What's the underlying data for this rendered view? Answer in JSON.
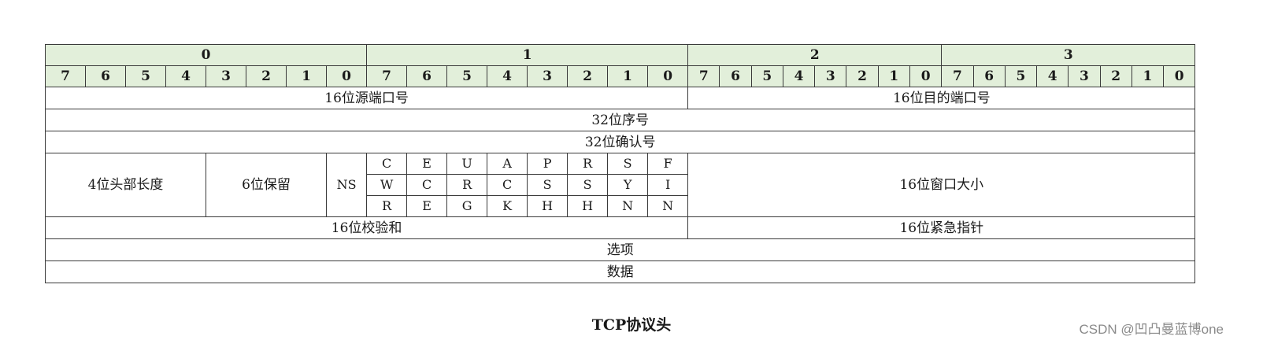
{
  "diagram": {
    "title": "TCP协议头",
    "watermark": "CSDN @凹凸曼蓝博one",
    "header_color": "#e2efda",
    "byte_labels": [
      "0",
      "1",
      "2",
      "3"
    ],
    "bit_labels": [
      "7",
      "6",
      "5",
      "4",
      "3",
      "2",
      "1",
      "0"
    ],
    "rows": {
      "src_port": "16位源端口号",
      "dst_port": "16位目的端口号",
      "seq": "32位序号",
      "ack": "32位确认号",
      "header_len": "4位头部长度",
      "reserved": "6位保留",
      "ns": "NS",
      "flags": [
        [
          "C",
          "W",
          "R"
        ],
        [
          "E",
          "C",
          "E"
        ],
        [
          "U",
          "R",
          "G"
        ],
        [
          "A",
          "C",
          "K"
        ],
        [
          "P",
          "S",
          "H"
        ],
        [
          "R",
          "S",
          "H"
        ],
        [
          "S",
          "Y",
          "N"
        ],
        [
          "F",
          "I",
          "N"
        ]
      ],
      "window": "16位窗口大小",
      "checksum": "16位校验和",
      "urgent": "16位紧急指针",
      "options": "选项",
      "data": "数据"
    }
  }
}
